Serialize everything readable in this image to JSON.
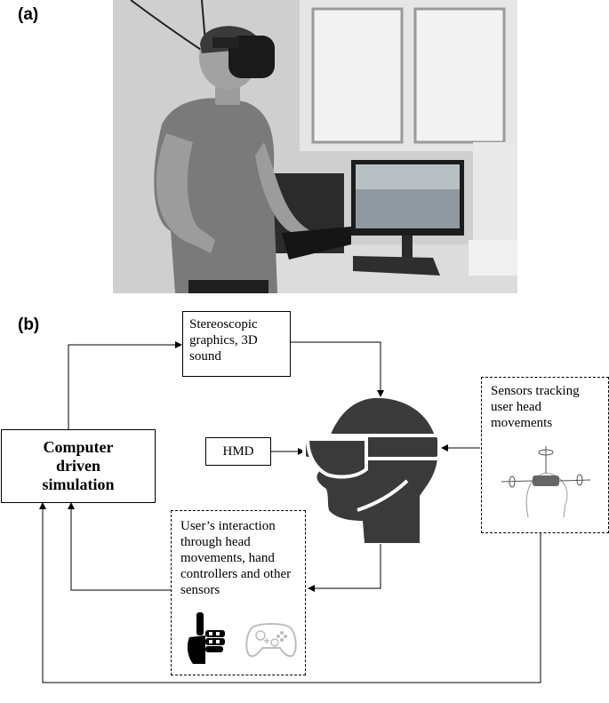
{
  "panels": {
    "a": "(a)",
    "b": "(b)"
  },
  "diagram": {
    "graphics": "Stereoscopic graphics, 3D sound",
    "simulation": "Computer driven simulation",
    "hmd": "HMD",
    "sensors": "Sensors tracking user head movements",
    "interaction": "User’s interaction through head movements, hand controllers and other sensors"
  },
  "colors": {
    "head": "#3a3a3a",
    "goggles_outline": "#ffffff"
  },
  "icons": {
    "head": "head-with-vr-goggles-icon",
    "hand": "data-glove-hand-icon",
    "gamepad": "gamepad-icon",
    "sensor_sketch": "head-tracking-axes-icon"
  }
}
